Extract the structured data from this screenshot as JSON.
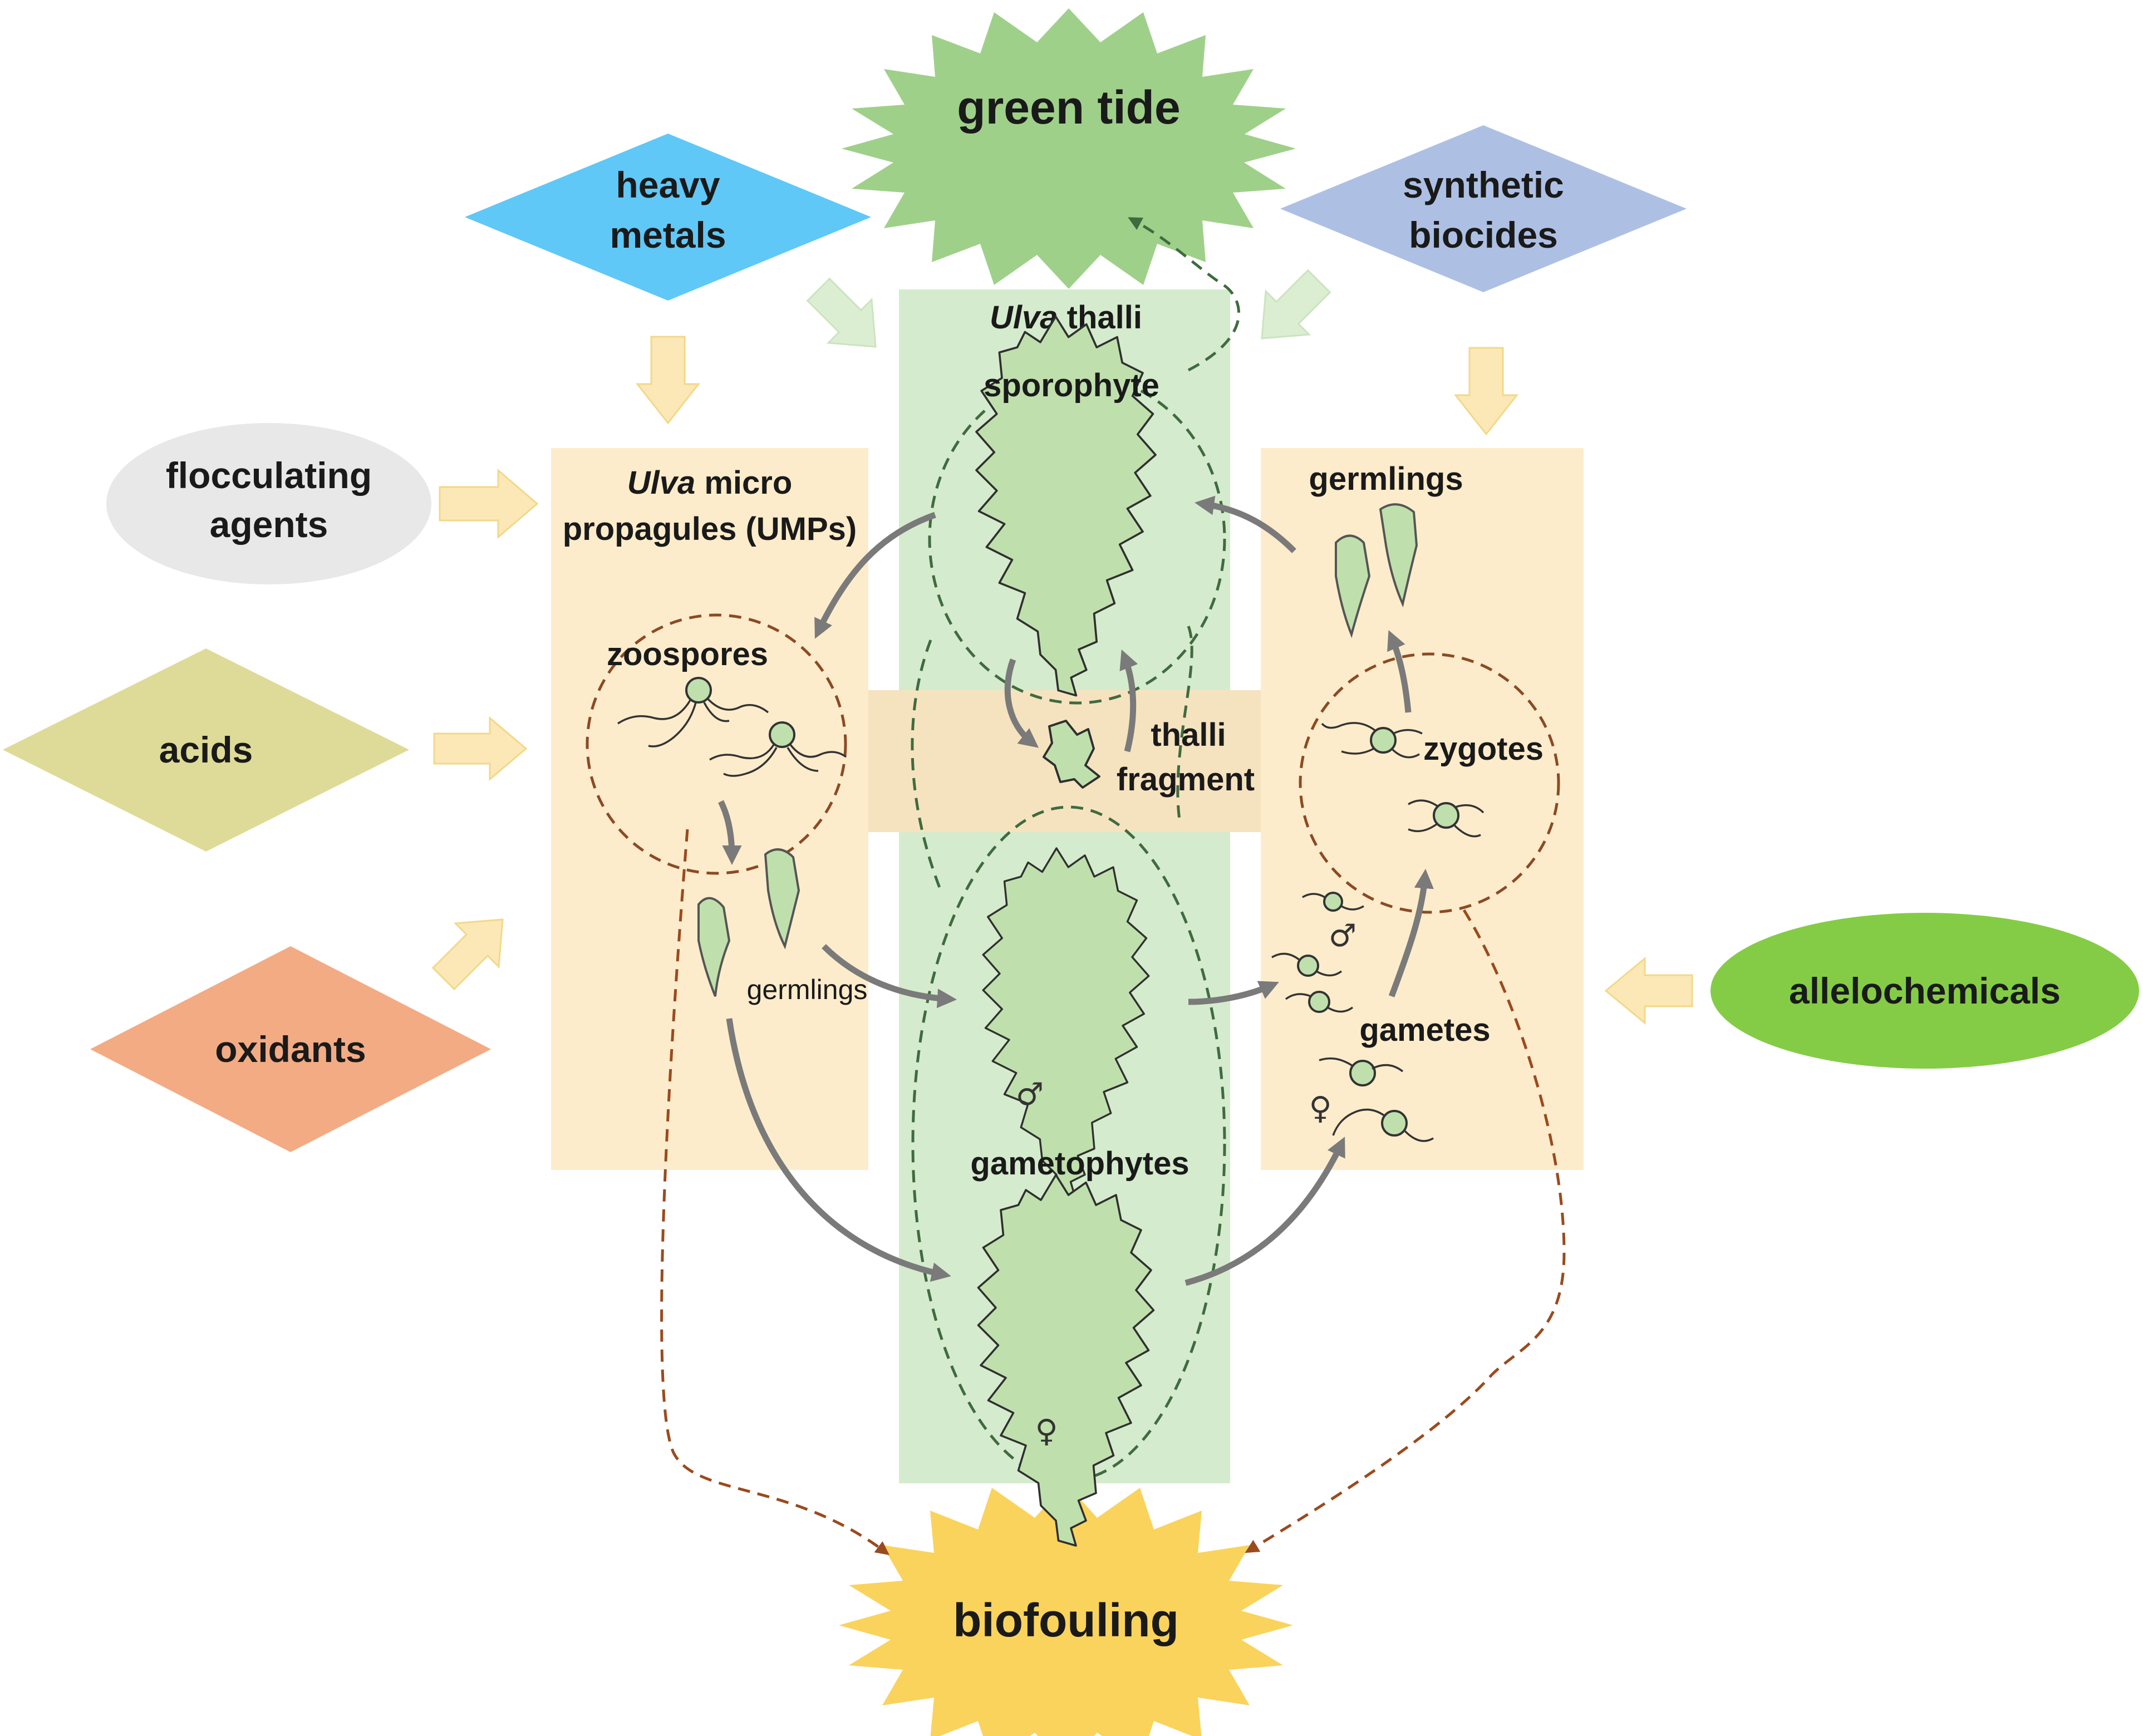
{
  "outcomes": {
    "green_tide": "green tide",
    "biofouling": "biofouling"
  },
  "stressors": {
    "heavy_metals": [
      "heavy",
      "metals"
    ],
    "synthetic_biocides": [
      "synthetic",
      "biocides"
    ],
    "flocculating_agents": [
      "flocculating",
      "agents"
    ],
    "acids": "acids",
    "oxidants": "oxidants",
    "allelochemicals": "allelochemicals"
  },
  "panels": {
    "thalli_title_italic": "Ulva",
    "thalli_title_rest": " thalli",
    "umps_title_italic": "Ulva",
    "umps_title_rest": " micro",
    "umps_title_line2": "propagules (UMPs)",
    "right_germlings": "germlings"
  },
  "stages": {
    "sporophyte": "sporophyte",
    "zoospores": "zoospores",
    "germlings_left": "germlings",
    "gametophytes": "gametophytes",
    "thalli_fragment": [
      "thalli",
      "fragment"
    ],
    "zygotes": "zygotes",
    "gametes": "gametes"
  },
  "symbols": {
    "male": "♂",
    "female": "♀"
  },
  "colors": {
    "green_tide_fill": "#9fd08a",
    "biofouling_fill": "#fad35c",
    "heavy_metals": "#5fc8f7",
    "synthetic_biocides": "#adc0e4",
    "flocculating_agents": "#e8e8e8",
    "acids": "#dedb98",
    "oxidants": "#f3ab84",
    "allelochemicals": "#84cc46",
    "ump_panel": "#fdeccb",
    "thalli_panel": "#d5ebcd"
  }
}
